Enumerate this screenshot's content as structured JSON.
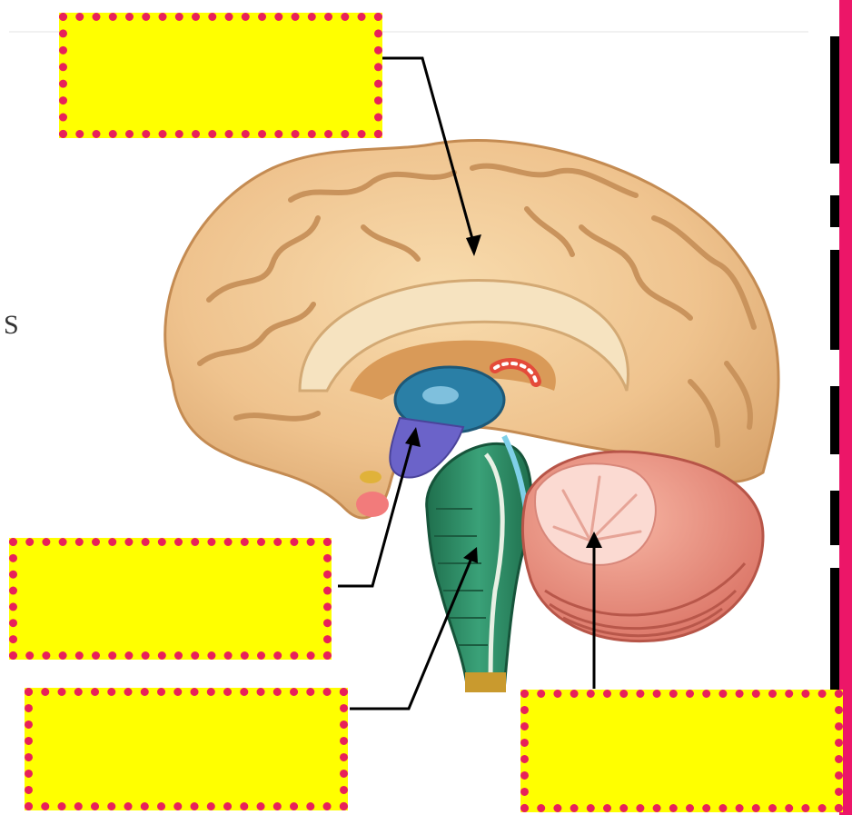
{
  "page": {
    "stray_text": "S"
  },
  "labels": [
    {
      "id": "cerebrum",
      "text": ""
    },
    {
      "id": "thalamus-hypothalamus",
      "text": ""
    },
    {
      "id": "brainstem",
      "text": ""
    },
    {
      "id": "cerebellum",
      "text": ""
    }
  ],
  "colors": {
    "box_fill": "#ffff00",
    "box_border": "#e8205a",
    "page_border": "#ec1668",
    "dash_line": "#000000",
    "arrow": "#000000",
    "cerebrum": "#f1c48e",
    "cerebellum": "#ec8a7a",
    "brainstem": "#2f8a63",
    "thalamus": "#2a7fa6"
  }
}
